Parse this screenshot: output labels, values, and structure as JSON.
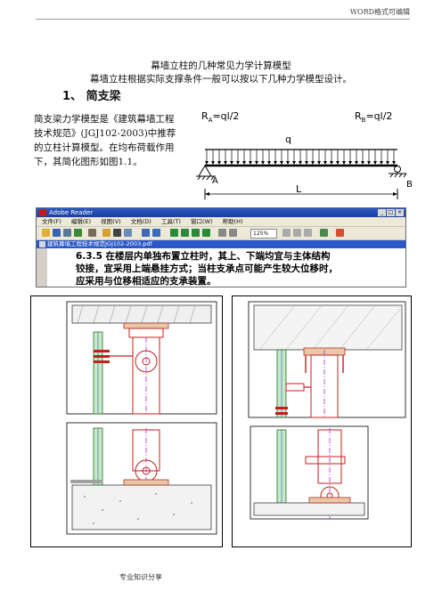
{
  "header": {
    "text": "WORD格式可编辑"
  },
  "doc": {
    "title_line1": "幕墙立柱的几种常见力学计算模型",
    "title_line2": "幕墙立柱根据实际支撑条件一般可以按以下几种力学模型设计。",
    "section1_heading": "1、  简支梁",
    "section1_para": "简支梁力学模型是《建筑幕墙工程技术规范》(JGJ102-2003)中推荐的立柱计算模型。在均布荷载作用下，其简化图形如图1.1。"
  },
  "beam_diagram": {
    "ra_label": "R",
    "ra_sub": "A",
    "ra_expr": "=ql/2",
    "rb_label": "R",
    "rb_sub": "B",
    "rb_expr": "=ql/2",
    "q_label": "q",
    "a_label": "A",
    "b_label": "B",
    "l_label": "L"
  },
  "reader": {
    "title": "Adobe Reader",
    "menus": [
      "文件(F)",
      "编辑(E)",
      "视图(V)",
      "文档(D)",
      "工具(T)",
      "窗口(W)",
      "帮助(H)"
    ],
    "zoom": "125%",
    "doc_tab": "建筑幕墙工程技术规范JGJ102-2003.pdf",
    "clause_line1": "6.3.5   在楼层内单独布置立柱时，其上、下端均宜与主体结构",
    "clause_line2": "铰接，宜采用上端悬挂方式；当柱支承点可能产生较大位移时，",
    "clause_line3": "应采用与位移相适应的支承装置。"
  },
  "footer": {
    "text": "专业知识分享"
  }
}
